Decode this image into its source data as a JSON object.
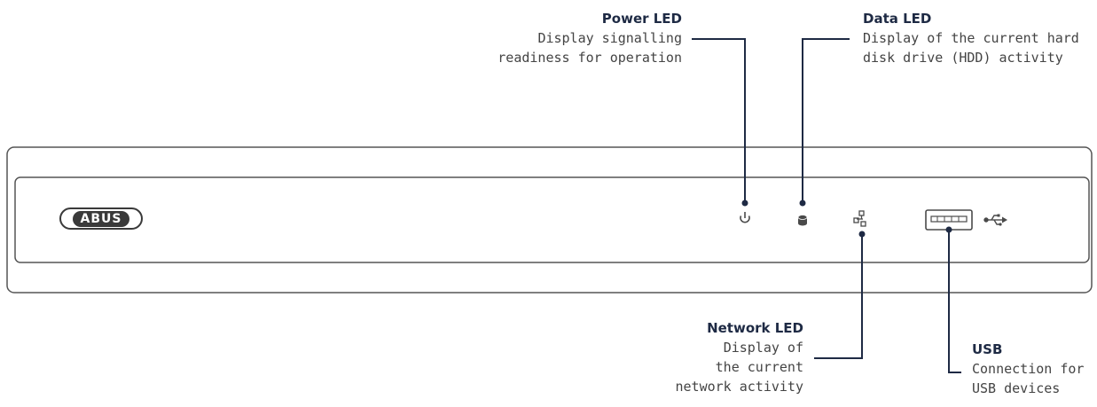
{
  "logo": {
    "text": "ABUS"
  },
  "callouts": {
    "power": {
      "title": "Power LED",
      "lines": [
        "Display signalling",
        "readiness for operation"
      ],
      "icon": "power-icon"
    },
    "data": {
      "title": "Data LED",
      "lines": [
        "Display of the current hard",
        "disk drive (HDD) activity"
      ],
      "icon": "hdd-icon"
    },
    "network": {
      "title": "Network LED",
      "lines": [
        "Display of",
        "the current",
        "network activity"
      ],
      "icon": "network-icon"
    },
    "usb": {
      "title": "USB",
      "lines": [
        "Connection for",
        "USB devices"
      ],
      "icon": "usb-symbol-icon"
    }
  },
  "colors": {
    "leader_line": "#1e2a44",
    "title_text": "#1e2a44",
    "body_text": "#444444",
    "device_outline": "#555555"
  }
}
